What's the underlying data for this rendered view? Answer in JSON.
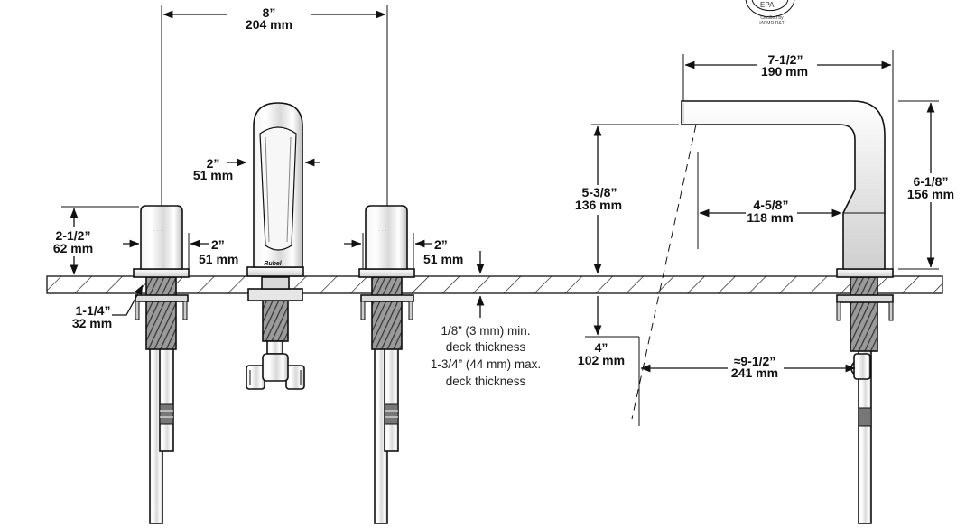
{
  "dimensions": {
    "spread": {
      "imperial": "8”",
      "metric": "204 mm"
    },
    "spout_width": {
      "imperial": "2”",
      "metric": "51 mm"
    },
    "handle_height": {
      "imperial": "2-1/2”",
      "metric": "62 mm"
    },
    "left_handle_width": {
      "imperial": "2”",
      "metric": "51 mm"
    },
    "right_handle_width": {
      "imperial": "2”",
      "metric": "51 mm"
    },
    "shank": {
      "imperial": "1-1/4”",
      "metric": "32 mm"
    },
    "reach": {
      "imperial": "7-1/2”",
      "metric": "190 mm"
    },
    "spout_clearance": {
      "imperial": "5-3/8”",
      "metric": "136 mm"
    },
    "aerator_to_body": {
      "imperial": "4-5/8”",
      "metric": "118 mm"
    },
    "overall_height": {
      "imperial": "6-1/8”",
      "metric": "156 mm"
    },
    "below_deck": {
      "imperial": "4”",
      "metric": "102 mm"
    },
    "drain_offset": {
      "imperial": "≈9-1/2”",
      "metric": "241 mm"
    }
  },
  "deck_notes": [
    "1/8” (3 mm) min.",
    "deck thickness",
    "1-3/4” (44 mm) max.",
    "deck thickness"
  ],
  "spout_logo": "Rubel",
  "certification": {
    "arc_text": "EPA",
    "line1": "Certified by",
    "line2": "IAPMO R&T"
  }
}
